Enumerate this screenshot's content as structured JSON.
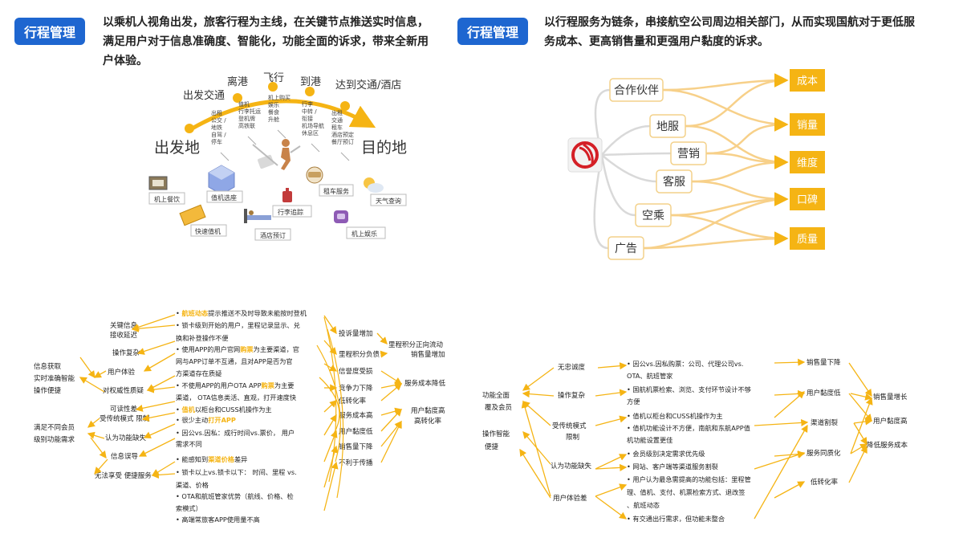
{
  "left_panel": {
    "badge": "行程管理",
    "intro": "以乘机人视角出发，旅客行程为主线，在关键节点推送实时信息，满足用户对于信息准确度、智能化，功能全面的诉求，带来全新用户体验。",
    "journey": {
      "origin": "出发地",
      "destination": "目的地",
      "stages": [
        "出发交通",
        "离港",
        "飞行",
        "到港",
        "达到交通/酒店"
      ],
      "stage_details": [
        [
          "出租",
          "公交 /",
          "地铁",
          "自驾 /",
          "停车"
        ],
        [
          "值机",
          "行李托运",
          "登机牌",
          "高铁联"
        ],
        [
          "机上购买",
          "娱乐",
          "餐食",
          "升舱"
        ],
        [
          "行李",
          "中转 /",
          "衔接",
          "机场导航",
          "休息区"
        ],
        [
          "出租",
          "交通",
          "租车",
          "酒店预定",
          "餐厅预订"
        ]
      ],
      "services": [
        "机上餐饮",
        "值机选座",
        "行李追踪",
        "租车服务",
        "天气查询",
        "快速值机",
        "酒店预订",
        "机上娱乐"
      ]
    },
    "causes": [
      "航班动态提示推送不及时导致未能按时登机",
      "锁卡级到开始的用户，里程记录显示、兑换和补登操作不便",
      "使用APP的用户官网购票为主要渠道，官网与APP订单不互通，且对APP是否为官方渠道存在质疑",
      "不使用APP的用户OTA APP购票为主要渠道， OTA信息类活、直观，打开速度快",
      "值机以柜台和CUSS机操作为主",
      "很少主动打开APP",
      "因公vs.因私：成行时间vs.票价， 用户需求不同",
      "能感知到渠道价格差异",
      "锁卡以上vs.锁卡以下： 时间、里程 vs.渠道、价格",
      "OTA和航班管家优势（航线、价格、检索模式）",
      "高端常旅客APP使用量不高"
    ],
    "left_nodes": [
      "关键信息",
      "接收延迟",
      "操作复杂",
      "用户体验",
      "对权威性质疑",
      "信息获取",
      "实时准确智能",
      "操作便捷",
      "可读性差",
      "受传统模式 限制",
      "满足不同会员",
      "级别功能需求",
      "认为功能缺失",
      "信息误导",
      "无法享受 便捷服务"
    ],
    "effects": [
      "投诉量增加",
      "里程积分负债",
      "信誉度受损",
      "竞争力下降",
      "低转化率",
      "服务成本高",
      "用户黏度低",
      "销售量下降",
      "不利于传播"
    ],
    "outcomes": [
      "里程积分正向流动",
      "销售量增加",
      "服务成本降低",
      "用户黏度高",
      "高转化率"
    ]
  },
  "right_panel": {
    "badge": "行程管理",
    "intro": "以行程服务为链条，串接航空公司周边相关部门，从而实现国航对于更低服务成本、更高销售量和更强用户黏度的诉求。",
    "partners": [
      "合作伙伴",
      "地服",
      "营销",
      "客服",
      "空乘",
      "广告"
    ],
    "goals": [
      "成本",
      "销量",
      "维度",
      "口碑",
      "质量"
    ],
    "left_nodes": [
      "无忠诚度",
      "功能全面",
      "覆及会员",
      "操作复杂",
      "受传统模式",
      "限制",
      "操作智能",
      "便捷",
      "认为功能缺失",
      "用户体验差"
    ],
    "causes": [
      "因公vs.因私购票：公司、代理公司vs. OTA、航班管家",
      "国航机票检索、浏览、支付环节设计不够方便",
      "值机以柜台和CUSS机操作为主",
      "值机功能设计不方便，南航和东航APP值机功能设置更佳",
      "会员级别决定需求优先级",
      "网站、客户端等渠道服务割裂",
      "用户认为最急需提高的功能包括：里程管理、值机、支付、机票检索方式、退改签、航班动态",
      "有交通出行需求，但功能未整合"
    ],
    "effects": [
      "销售量下降",
      "用户黏度低",
      "渠道割裂",
      "服务同质化",
      "低转化率"
    ],
    "outcomes": [
      "销售量增长",
      "用户黏度高",
      "降低服务成本"
    ]
  },
  "colors": {
    "accent": "#f5b414",
    "badge": "#1e66d0",
    "text": "#222222",
    "line_gray": "#d8d8d8"
  }
}
